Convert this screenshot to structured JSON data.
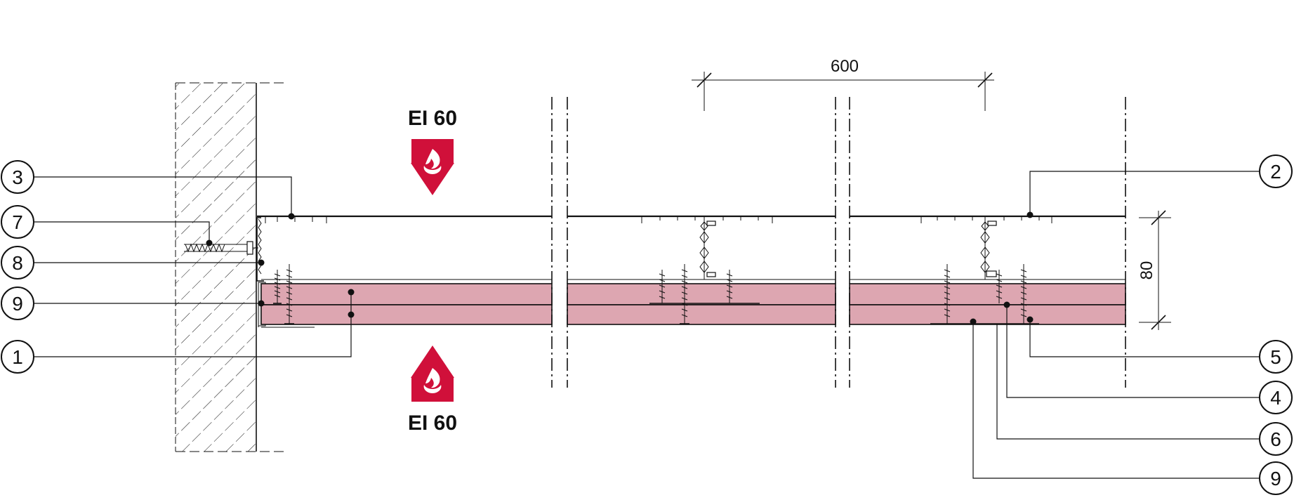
{
  "fire_rating": {
    "top": "EI 60",
    "bottom": "EI 60"
  },
  "dimensions": {
    "spacing": "600",
    "thickness": "80"
  },
  "callouts": {
    "left": [
      "3",
      "7",
      "8",
      "9",
      "1"
    ],
    "right": [
      "2",
      "5",
      "4",
      "6",
      "9"
    ]
  },
  "colors": {
    "board": "#dda6b1",
    "fire_arrow": "#d0103a",
    "line": "#111111"
  },
  "icons": [
    "fire-arrow-down-icon",
    "fire-arrow-up-icon",
    "flame-icon"
  ]
}
